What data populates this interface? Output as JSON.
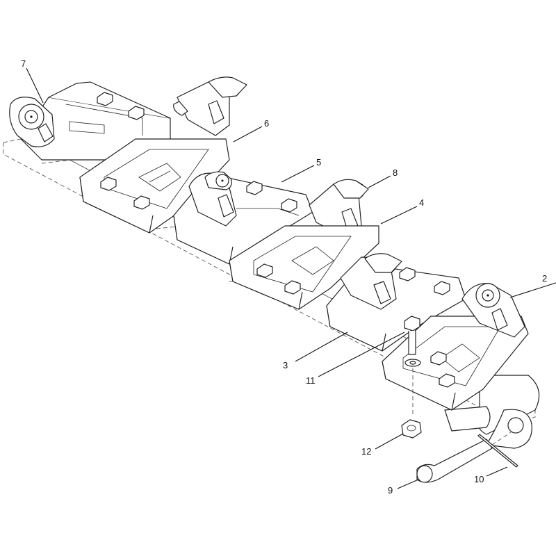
{
  "diagram": {
    "callouts": [
      {
        "id": "c7",
        "label": "7"
      },
      {
        "id": "c6",
        "label": "6"
      },
      {
        "id": "c5",
        "label": "5"
      },
      {
        "id": "c8",
        "label": "8"
      },
      {
        "id": "c4",
        "label": "4"
      },
      {
        "id": "c2",
        "label": "2"
      },
      {
        "id": "c3",
        "label": "3"
      },
      {
        "id": "c11",
        "label": "11"
      },
      {
        "id": "c12",
        "label": "12"
      },
      {
        "id": "c10",
        "label": "10"
      },
      {
        "id": "c9",
        "label": "9"
      }
    ],
    "colors": {
      "line": "#111111",
      "fill": "#ffffff",
      "hidden_line": "#555555"
    }
  }
}
